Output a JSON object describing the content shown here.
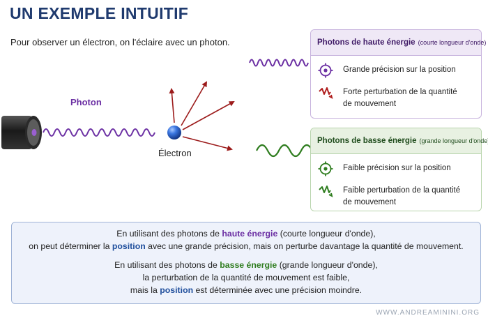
{
  "title": "UN EXEMPLE INTUITIF",
  "intro": "Pour observer un électron, on l'éclaire avec un photon.",
  "diagram": {
    "photon_label": "Photon",
    "electron_label": "Électron"
  },
  "high_energy": {
    "title": "Photons de haute énergie",
    "subtitle": "(courte longueur d'onde)",
    "item1": "Grande précision sur la position",
    "item2_line1": "Forte perturbation de la quantité",
    "item2_line2": "de mouvement",
    "color": "#6b2fa3"
  },
  "low_energy": {
    "title": "Photons de basse énergie",
    "subtitle": "(grande longueur d'onde)",
    "item1": "Faible précision sur la position",
    "item2_line1": "Faible perturbation de la quantité",
    "item2_line2": "de mouvement",
    "color": "#2f7d1f"
  },
  "summary": {
    "p1_a": "En utilisant des photons de ",
    "p1_hl": "haute énergie",
    "p1_b": " (courte longueur d'onde),",
    "p1_line2_a": "on peut déterminer la ",
    "p1_line2_hl": "position",
    "p1_line2_b": " avec une grande précision, mais on perturbe davantage la quantité de mouvement.",
    "p2_a": "En utilisant des photons de ",
    "p2_hl": "basse énergie",
    "p2_b": " (grande longueur d'onde),",
    "p2_line2": "la perturbation de la quantité de mouvement est faible,",
    "p2_line3_a": "mais la ",
    "p2_line3_hl": "position",
    "p2_line3_b": " est déterminée avec une précision moindre."
  },
  "footer": "WWW.ANDREAMININI.ORG"
}
